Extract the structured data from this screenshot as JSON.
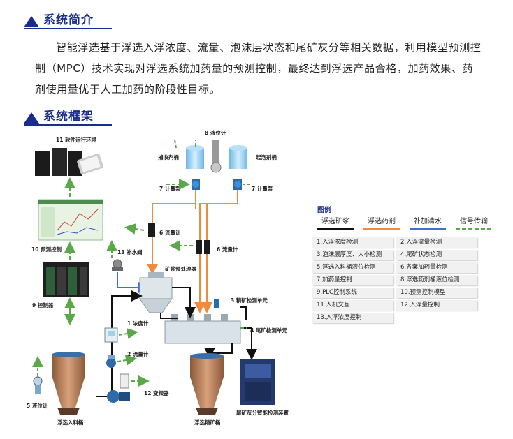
{
  "sections": {
    "intro_title": "系统简介",
    "intro_text": "智能浮选基于浮选入浮浓度、流量、泡沫层状态和尾矿灰分等相关数据，利用模型预测控制（MPC）技术实现对浮选系统加药量的预测控制，最终达到浮选产品合格，加药效果、药剂使用量优于人工加药的阶段性目标。",
    "framework_title": "系统框架"
  },
  "diagram": {
    "labels": {
      "software_env": "11 软件运行环境",
      "level_meter_8": "8 液位计",
      "collector_tank": "捕收剂桶",
      "frother_tank": "起泡剂桶",
      "meter_pump_left": "7 计量泵",
      "meter_pump_right": "7 计量泵",
      "flowmeter_6_left": "6 流量计",
      "flowmeter_6_right": "6 流量计",
      "predictive_control": "10 预测控制",
      "water_valve": "13 补水阀",
      "preprocessor": "矿浆预处理器",
      "concentrate_detect": "3 精矿检测单元",
      "controller": "9 控制器",
      "density_meter": "1 浓度计",
      "tailings_detect": "4 尾矿检测单元",
      "flowmeter_2": "2 流量计",
      "level_meter_5": "5 液位计",
      "vfd": "12 变频器",
      "feed_tank": "浮选入料桶",
      "concentrate_tank": "浮选精矿桶",
      "ash_device": "尾矿灰分智能检测装置"
    }
  },
  "legend": {
    "title": "图例",
    "items": [
      {
        "label": "浮选矿浆",
        "color": "#111111"
      },
      {
        "label": "浮选药剂",
        "color": "#f08a3c"
      },
      {
        "label": "补加清水",
        "color": "#3f6fd0"
      },
      {
        "label": "信号传输",
        "color": "#5aa84a"
      }
    ]
  },
  "feature_list": [
    "1.入浮浓度检测",
    "2.入浮流量检测",
    "3.泡沫层厚度、大小检测",
    "4.尾矿状态检测",
    "5.浮选入料桶液位检测",
    "6.各案加药量检测",
    "7.加药量控制",
    "8.浮选药剂桶液位检测",
    "9.PLC控制系统",
    "10.预测控制模型",
    "11.人机交互",
    "12.入浮量控制",
    "13.入浮浓度控制"
  ]
}
